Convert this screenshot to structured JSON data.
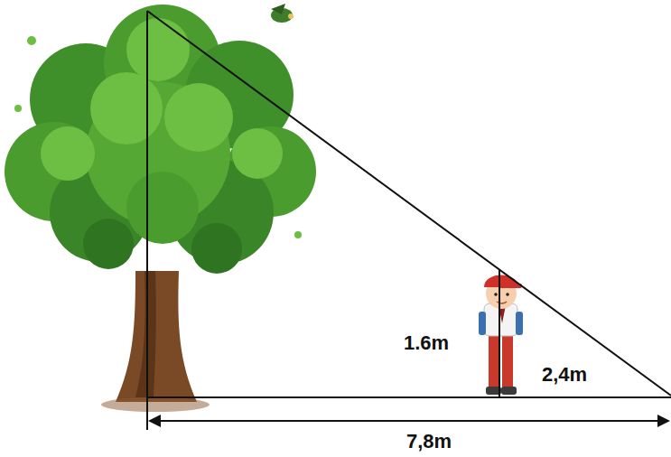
{
  "diagram": {
    "labels": [
      "1.6m",
      "2,4m",
      "7,8m"
    ]
  }
}
